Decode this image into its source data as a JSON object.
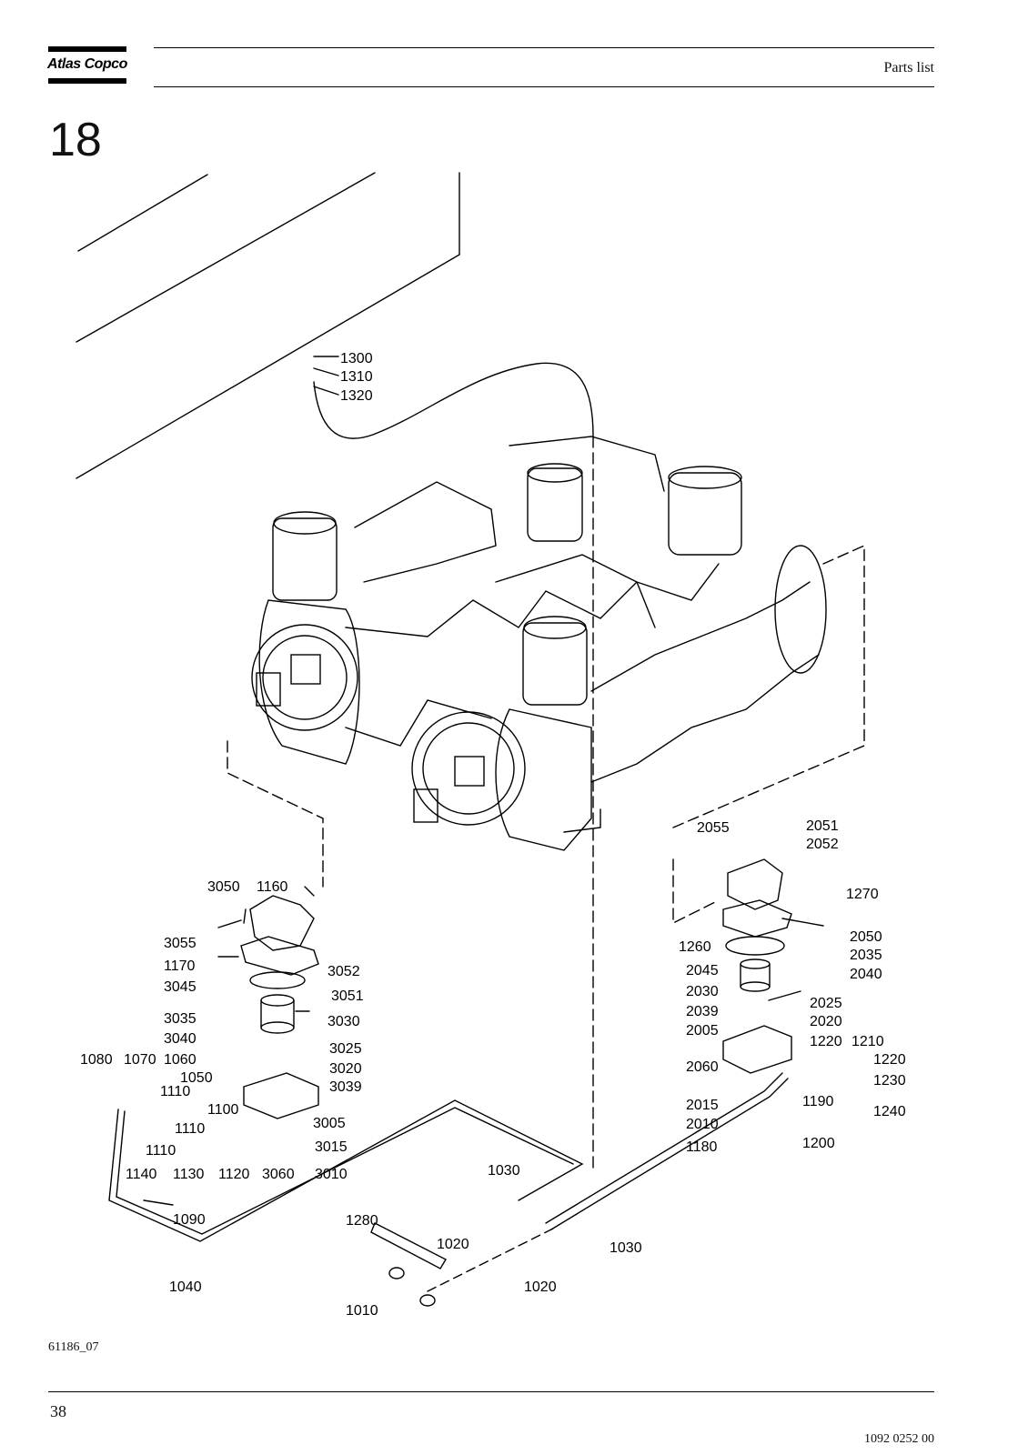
{
  "header": {
    "brand": "Atlas Copco",
    "section": "Parts list"
  },
  "chapter_number": "18",
  "drawing": {
    "callouts": [
      "1300",
      "1310",
      "1320",
      "2055",
      "2051",
      "2052",
      "1270",
      "2050",
      "1260",
      "2035",
      "2045",
      "2040",
      "2030",
      "2025",
      "2039",
      "2020",
      "2005",
      "1220",
      "1210",
      "1220",
      "2060",
      "1230",
      "2015",
      "1190",
      "2010",
      "1240",
      "1200",
      "1180",
      "3050",
      "1160",
      "3055",
      "1170",
      "3052",
      "3045",
      "3051",
      "3035",
      "3030",
      "3040",
      "3025",
      "1080",
      "1070",
      "1060",
      "3020",
      "1050",
      "3039",
      "1110",
      "1100",
      "3005",
      "1110",
      "3015",
      "1110",
      "1140",
      "1130",
      "1120",
      "3060",
      "3010",
      "1030",
      "1090",
      "1280",
      "1020",
      "1030",
      "1020",
      "1040",
      "1010"
    ]
  },
  "footer": {
    "figure_code": "61186_07",
    "page_number": "38",
    "document_number": "1092 0252 00"
  }
}
